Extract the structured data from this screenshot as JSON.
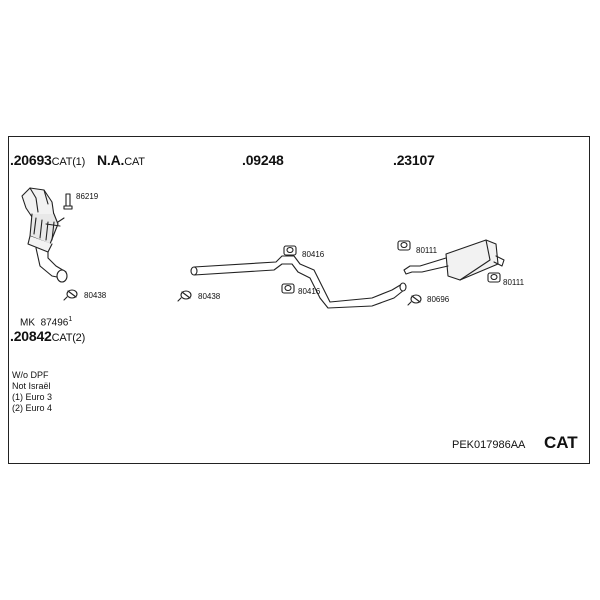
{
  "header_parts": [
    {
      "code": ".20693",
      "suffix": "CAT(1)"
    },
    {
      "code": "N.A.",
      "suffix": "CAT"
    },
    {
      "code": ".09248",
      "suffix": ""
    },
    {
      "code": ".23107",
      "suffix": ""
    }
  ],
  "secondary_parts": [
    {
      "code": ".20842",
      "suffix": "CAT(2)"
    }
  ],
  "mk": {
    "prefix": "MK",
    "number": "87496",
    "sup": "1"
  },
  "hardware_labels": [
    "86219",
    "80438",
    "80438",
    "80416",
    "80416",
    "80111",
    "80111",
    "80696"
  ],
  "notes": [
    "W/o DPF",
    "Not Israël",
    "(1) Euro 3",
    "(2) Euro 4"
  ],
  "kit_code": "PEK017986AA",
  "kit_type": "CAT"
}
